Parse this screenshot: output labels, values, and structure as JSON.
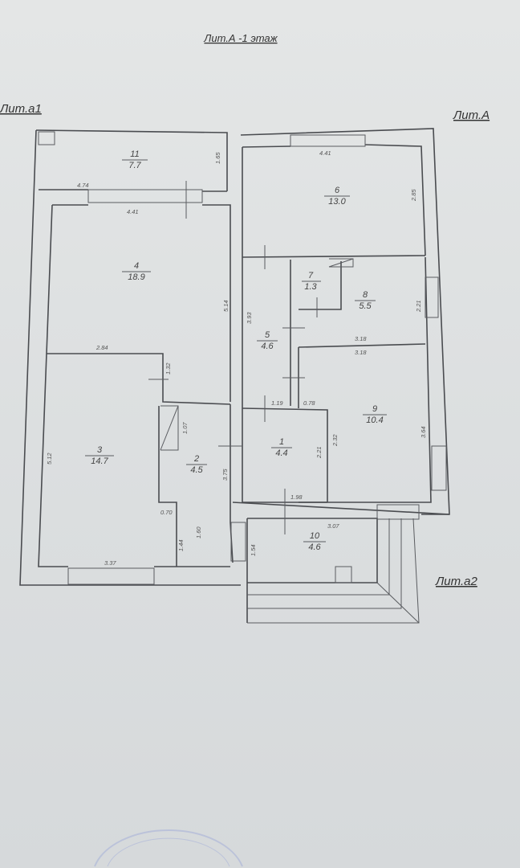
{
  "title": "Лит.А -1 этаж",
  "labels": {
    "lit_a1": "Лит.а1",
    "lit_a": "Лит.А",
    "lit_a2": "Лит.а2"
  },
  "rooms": [
    {
      "number": "1",
      "area": "4.4"
    },
    {
      "number": "2",
      "area": "4.5"
    },
    {
      "number": "3",
      "area": "14.7"
    },
    {
      "number": "4",
      "area": "18.9"
    },
    {
      "number": "5",
      "area": "4.6"
    },
    {
      "number": "6",
      "area": "13.0"
    },
    {
      "number": "7",
      "area": "1.3"
    },
    {
      "number": "8",
      "area": "5.5"
    },
    {
      "number": "9",
      "area": "10.4"
    },
    {
      "number": "10",
      "area": "4.6"
    },
    {
      "number": "11",
      "area": "7.7"
    }
  ],
  "dimensions": [
    "4.74",
    "4.41",
    "1.65",
    "5.14",
    "2.84",
    "1.32",
    "5.12",
    "1.07",
    "3.75",
    "0.70",
    "1.44",
    "1.60",
    "3.37",
    "4.41",
    "2.85",
    "3.93",
    "2.21",
    "3.18",
    "3.18",
    "1.19",
    "0.78",
    "2.21",
    "2.32",
    "3.64",
    "1.98",
    "3.07",
    "1.54"
  ]
}
